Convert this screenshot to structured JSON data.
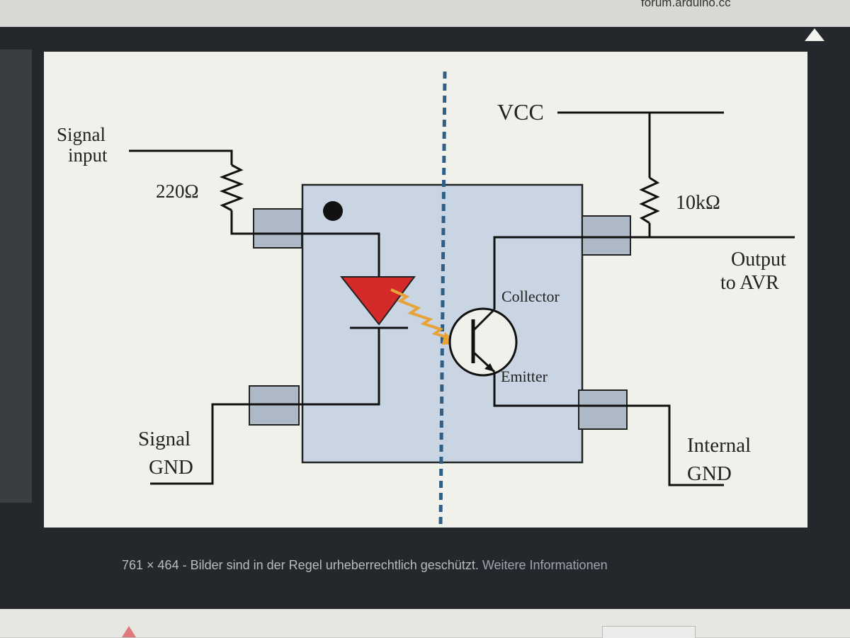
{
  "browser": {
    "source_site": "forum.arduino.cc"
  },
  "image_info": {
    "dimensions": "761 × 464",
    "separator": "-",
    "copyright_notice": "Bilder sind in der Regel urheberrechtlich geschützt.",
    "more_info_link": "Weitere Informationen"
  },
  "diagram": {
    "signal_input_line1": "Signal",
    "signal_input_line2": "input",
    "resistor_input": "220Ω",
    "vcc": "VCC",
    "resistor_pullup": "10kΩ",
    "output_line1": "Output",
    "output_line2": "to AVR",
    "collector": "Collector",
    "emitter": "Emitter",
    "signal_gnd_line1": "Signal",
    "signal_gnd_line2": "GND",
    "internal_gnd_line1": "Internal",
    "internal_gnd_line2": "GND",
    "colors": {
      "led": "#d42a2a",
      "light_beam": "#e8a23a",
      "isolation_line": "#2f5f86",
      "package": "#c9d5e2"
    }
  }
}
